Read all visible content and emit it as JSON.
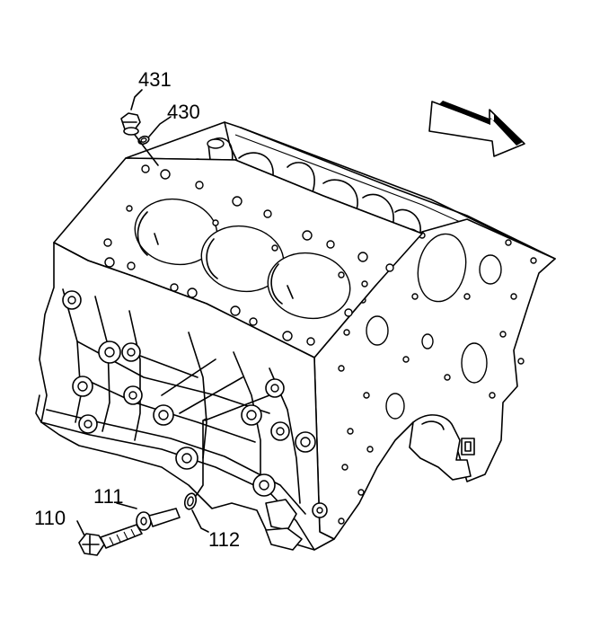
{
  "callouts": [
    {
      "id": "c431",
      "text": "431"
    },
    {
      "id": "c430",
      "text": "430"
    },
    {
      "id": "c111",
      "text": "111"
    },
    {
      "id": "c110",
      "text": "110"
    },
    {
      "id": "c112",
      "text": "112"
    }
  ],
  "arrow": {
    "meaning": "front-of-engine direction",
    "icon": "direction-arrow-icon"
  }
}
